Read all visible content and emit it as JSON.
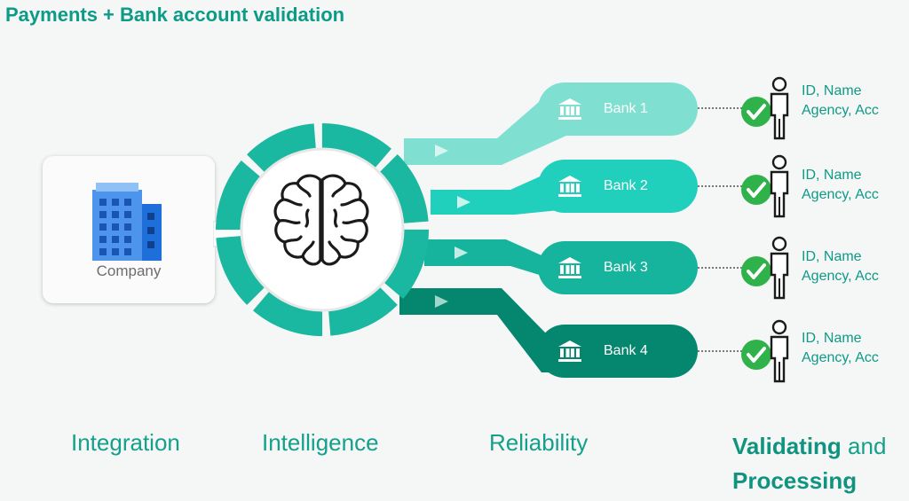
{
  "title": "Payments + Bank account validation",
  "company": {
    "label": "Company",
    "icon": "office-building-icon"
  },
  "center": {
    "icon": "brain-icon"
  },
  "banks": [
    {
      "label": "Bank 1",
      "info_line1": "ID, Name",
      "info_line2": "Agency, Acc",
      "color": "#7fe0d2"
    },
    {
      "label": "Bank 2",
      "info_line1": "ID, Name",
      "info_line2": "Agency, Acc",
      "color": "#21cfbd"
    },
    {
      "label": "Bank 3",
      "info_line1": "ID, Name",
      "info_line2": "Agency, Acc",
      "color": "#16b49d"
    },
    {
      "label": "Bank 4",
      "info_line1": "ID, Name",
      "info_line2": "Agency, Acc",
      "color": "#05866f"
    }
  ],
  "stages": {
    "integration": "Integration",
    "intelligence": "Intelligence",
    "reliability": "Reliability",
    "validating_bold": "Validating",
    "validating_and": "and",
    "processing": "Processing"
  },
  "colors": {
    "teal": "#1ab8a0",
    "check_green": "#2fb24a",
    "title": "#0b9b86"
  }
}
